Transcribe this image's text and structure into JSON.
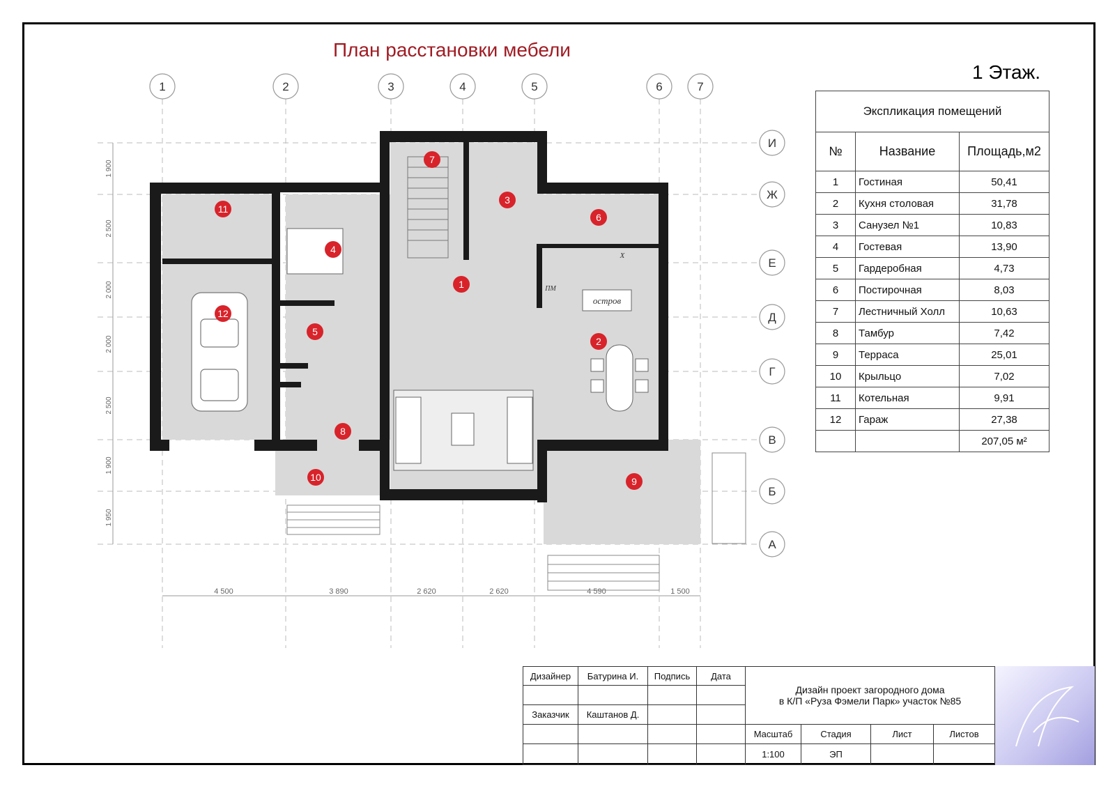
{
  "title": "План расстановки мебели",
  "floor_label": "1 Этаж.",
  "axes_columns": [
    "1",
    "2",
    "3",
    "4",
    "5",
    "6",
    "7"
  ],
  "axes_rows": [
    "И",
    "Ж",
    "Е",
    "Д",
    "Г",
    "В",
    "Б",
    "А"
  ],
  "dims_bottom": [
    "4 500",
    "3 890",
    "2 620",
    "2 620",
    "4 590",
    "1 500"
  ],
  "dims_left": [
    "1 900",
    "2 500",
    "2 000",
    "2 000",
    "2 500",
    "1 900",
    "1 950"
  ],
  "room_markers": [
    "1",
    "2",
    "3",
    "4",
    "5",
    "6",
    "7",
    "8",
    "9",
    "10",
    "11",
    "12"
  ],
  "plan_labels": {
    "island": "остров",
    "pm": "ПМ",
    "x": "Х"
  },
  "explication": {
    "header": "Экспликация помещений",
    "col_no": "№",
    "col_name": "Название",
    "col_area": "Площадь,м2",
    "rows": [
      {
        "no": "1",
        "name": "Гостиная",
        "area": "50,41"
      },
      {
        "no": "2",
        "name": "Кухня столовая",
        "area": "31,78"
      },
      {
        "no": "3",
        "name": "Санузел №1",
        "area": "10,83"
      },
      {
        "no": "4",
        "name": "Гостевая",
        "area": "13,90"
      },
      {
        "no": "5",
        "name": "Гардеробная",
        "area": "4,73"
      },
      {
        "no": "6",
        "name": "Постирочная",
        "area": "8,03"
      },
      {
        "no": "7",
        "name": "Лестничный Холл",
        "area": "10,63"
      },
      {
        "no": "8",
        "name": "Тамбур",
        "area": "7,42"
      },
      {
        "no": "9",
        "name": "Терраса",
        "area": "25,01"
      },
      {
        "no": "10",
        "name": "Крыльцо",
        "area": "7,02"
      },
      {
        "no": "11",
        "name": "Котельная",
        "area": "9,91"
      },
      {
        "no": "12",
        "name": "Гараж",
        "area": "27,38"
      }
    ],
    "total_area": "207,05 м²"
  },
  "stamp": {
    "designer_label": "Дизайнер",
    "designer_name": "Батурина И.",
    "signature_label": "Подпись",
    "date_label": "Дата",
    "client_label": "Заказчик",
    "client_name": "Каштанов Д.",
    "project_line1": "Дизайн проект загородного дома",
    "project_line2": "в К/П «Руза Фэмели Парк» участок №85",
    "scale_label": "Масштаб",
    "stage_label": "Стадия",
    "sheet_label": "Лист",
    "sheets_label": "Листов",
    "scale_value": "1:100",
    "stage_value": "ЭП"
  },
  "colors": {
    "title": "#a01c24",
    "marker": "#d8232a",
    "wall": "#1a1a1a",
    "floor": "#d9d9d9"
  }
}
